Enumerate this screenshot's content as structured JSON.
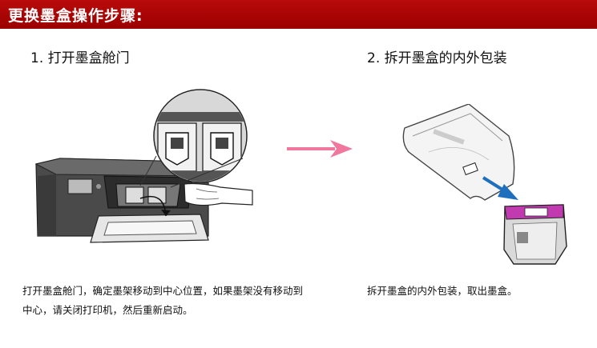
{
  "header": {
    "title": "更换墨盒操作步骤:"
  },
  "steps": [
    {
      "title": "1. 打开墨盒舱门",
      "description": "打开墨盒舱门，确定墨架移动到中心位置，如果墨架没有移动到中心，请关闭打印机，然后重新启动。"
    },
    {
      "title": "2. 拆开墨盒的内外包装",
      "description": "拆开墨盒的内外包装，取出墨盒。"
    }
  ],
  "colors": {
    "banner": "#a80000",
    "arrow": "#f0789e",
    "package_arrow": "#1f6fbf",
    "cartridge_label": "#c23ab0"
  },
  "icons": [
    "printer-illustration",
    "arrow-right-icon",
    "ink-cartridge-illustration"
  ]
}
